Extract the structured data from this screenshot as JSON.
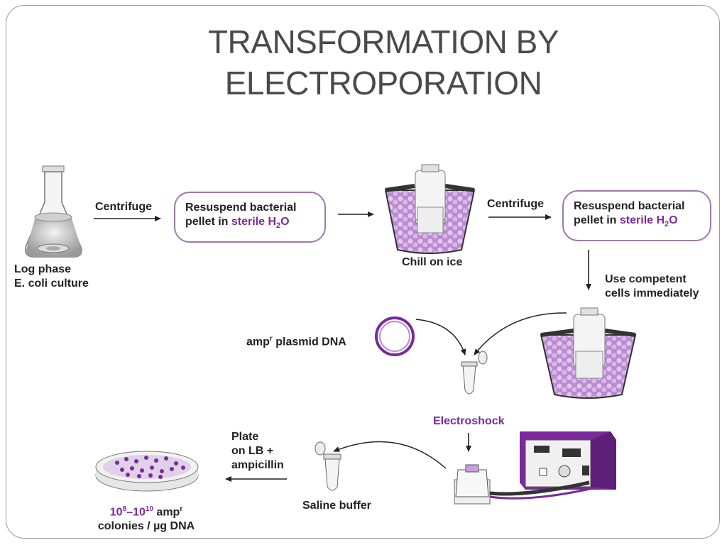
{
  "title": {
    "line1": "TRANSFORMATION BY",
    "line2": "ELECTROPORATION"
  },
  "labels": {
    "flask": [
      "Log phase",
      "E. coli culture"
    ],
    "centrifuge1": "Centrifuge",
    "centrifuge2": "Centrifuge",
    "resuspend1": {
      "line1": "Resuspend bacterial",
      "line2_prefix": "pellet in ",
      "line2_colored": "sterile H",
      "sub": "2",
      "line2_suffix": "O"
    },
    "resuspend2": {
      "line1": "Resuspend bacterial",
      "line2_prefix": "pellet in ",
      "line2_colored": "sterile H",
      "sub": "2",
      "line2_suffix": "O"
    },
    "chill": "Chill on ice",
    "competent": [
      "Use competent",
      "cells immediately"
    ],
    "plasmid": {
      "prefix": "amp",
      "sup": "r",
      "suffix": " plasmid DNA"
    },
    "electroshock": "Electroshock",
    "plate": [
      "Plate",
      "on LB +",
      "ampicillin"
    ],
    "saline": "Saline buffer",
    "colonies": {
      "n1": "10",
      "e1": "8",
      "dash": "–",
      "n2": "10",
      "e2": "10",
      "amp": " amp",
      "sup": "r",
      "line2": "colonies / µg DNA"
    }
  },
  "colors": {
    "accent": "#7a2a9a",
    "ice": "#c9a0dc",
    "box_border": "#9a7aa8"
  }
}
